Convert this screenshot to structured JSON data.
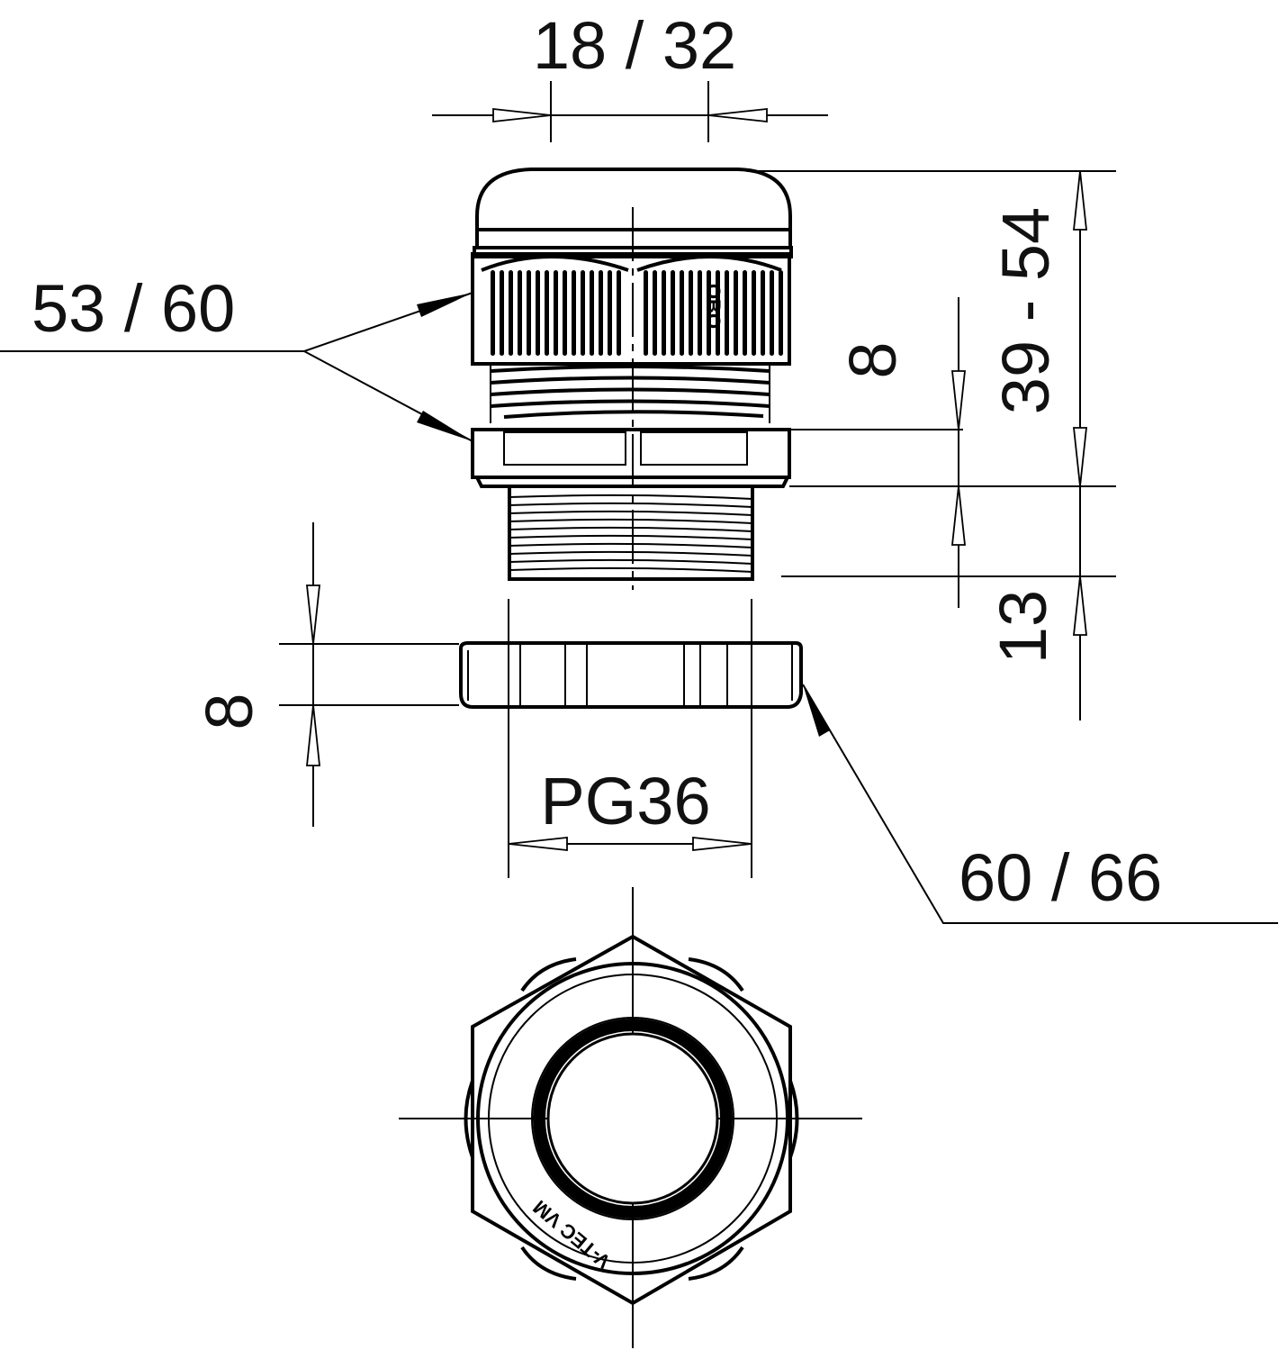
{
  "drawing": {
    "labels": {
      "top_width": "18 / 32",
      "cap_hex": "53 / 60",
      "total_height": "39 - 54",
      "nut_height_upper": "8",
      "thread_length": "13",
      "nut_height_lower": "8",
      "thread_size": "PG36",
      "locknut_hex": "60 / 66"
    },
    "embossed_text": {
      "cap": "OBO",
      "base_ring": "V-TEC VM"
    }
  }
}
